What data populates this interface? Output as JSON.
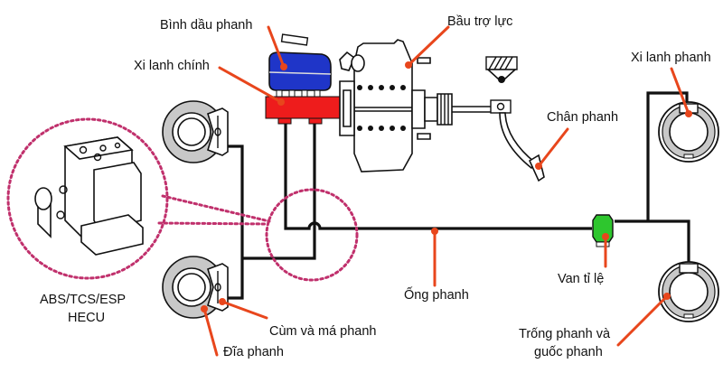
{
  "diagram": {
    "title": "Brake system diagram",
    "labels": {
      "reservoir": "Bình dầu phanh",
      "master_cylinder": "Xi lanh chính",
      "booster": "Bầu trợ lực",
      "pedal": "Chân phanh",
      "wheel_cylinder": "Xi lanh phanh",
      "abs_line1": "ABS/TCS/ESP",
      "abs_line2": "HECU",
      "brake_pipe": "Ống phanh",
      "proportioning_valve": "Van tỉ lệ",
      "caliper_pads": "Cùm và má phanh",
      "disc": "Đĩa phanh",
      "drum_line1": "Trống phanh và",
      "drum_line2": "guốc phanh"
    },
    "colors": {
      "reservoir": "#1f35c8",
      "master_cylinder": "#ee1c1c",
      "valve": "#2ec62e",
      "leader": "#e8461c",
      "dotted_callout": "#c0306c",
      "disc_gray": "#c8c8c8",
      "pipe": "#111111"
    }
  }
}
